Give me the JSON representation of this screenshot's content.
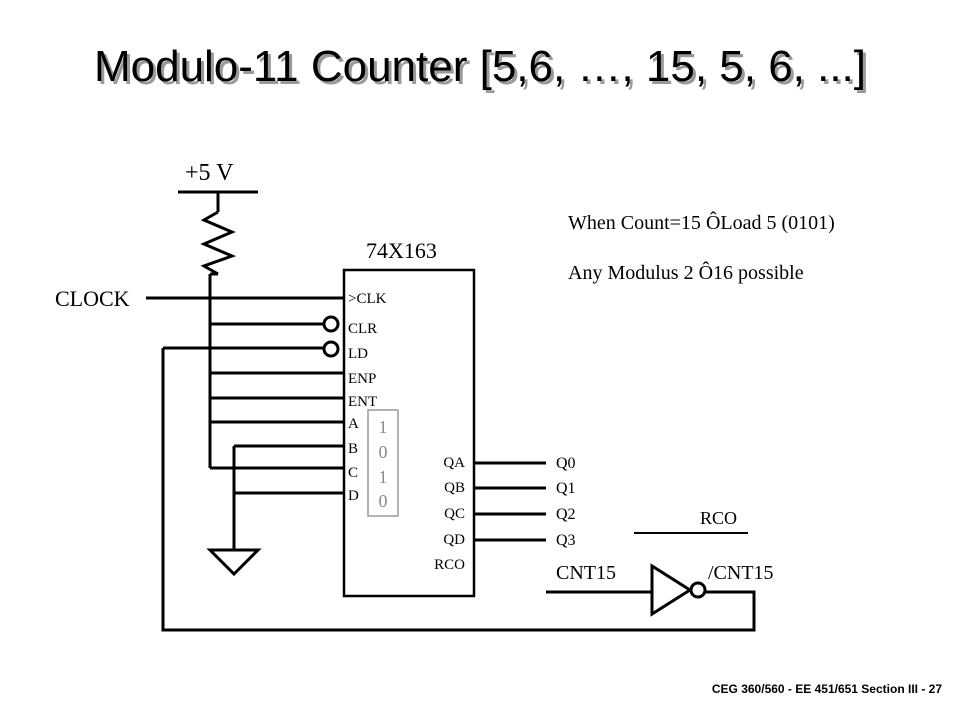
{
  "title": "Modulo-11 Counter [5,6, …, 15, 5, 6, ...]",
  "footer": "CEG 360/560 - EE 451/651   Section III - 27",
  "diagram": {
    "supply_label": "+5 V",
    "clock_label": "CLOCK",
    "chip_name": "74X163",
    "inputs": [
      ">CLK",
      "CLR",
      "LD",
      "ENP",
      "ENT",
      "A",
      "B",
      "C",
      "D"
    ],
    "load_bits": [
      "1",
      "0",
      "1",
      "0"
    ],
    "outputs": [
      "QA",
      "QB",
      "QC",
      "QD",
      "RCO"
    ],
    "output_nets": [
      "Q0",
      "Q1",
      "Q2",
      "Q3"
    ],
    "cnt15_label": "CNT15",
    "ncnt15_label": "/CNT15",
    "rco_label": "RCO",
    "note_line1_a": "When Count=15 ",
    "note_line1_b": "Load 5 (0101)",
    "note_line2_a": "Any Modulus 2 ",
    "note_line2_b": "16 possible",
    "arrow_glyph": "Ô"
  }
}
